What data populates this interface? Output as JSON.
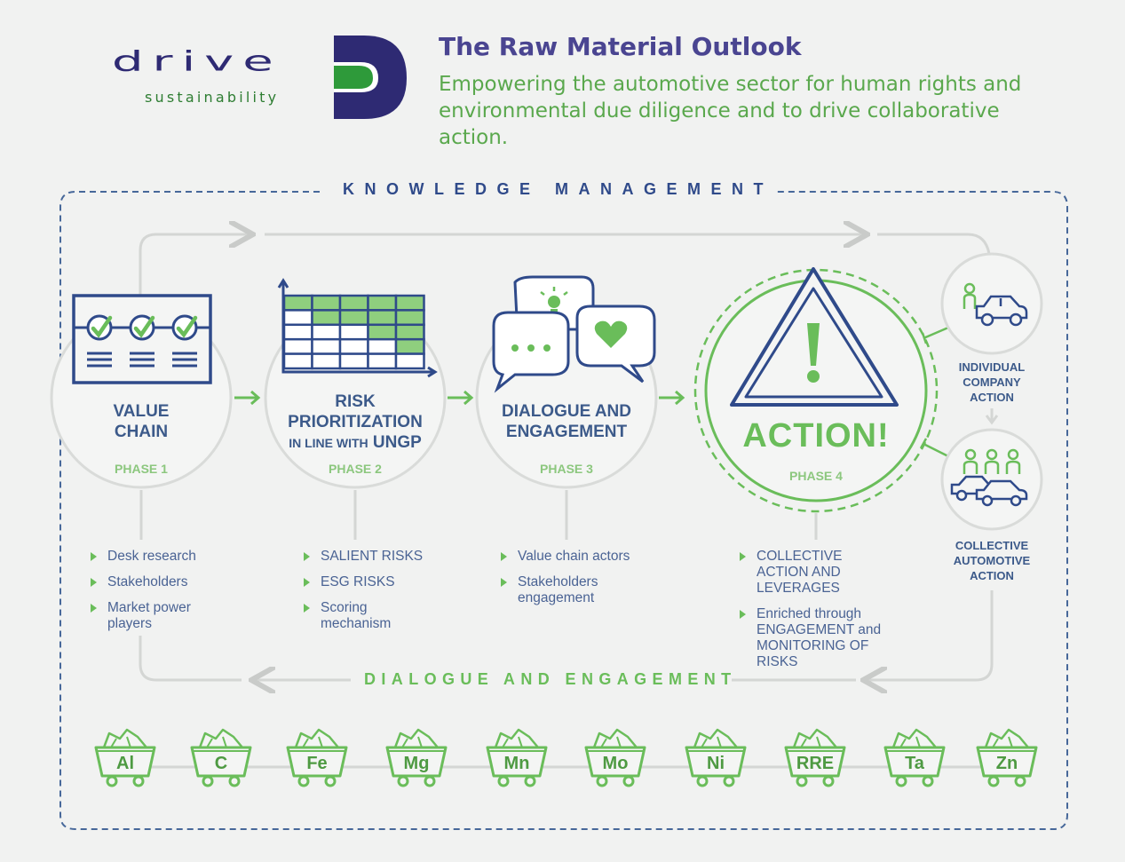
{
  "header": {
    "logo_word": "drive",
    "logo_sub": "sustainability",
    "title": "The Raw Material Outlook",
    "subtitle": "Empowering the automotive sector for human rights and environmental due diligence and to drive collaborative action."
  },
  "labels": {
    "knowledge_management": "KNOWLEDGE MANAGEMENT",
    "dialogue_and_engagement": "DIALOGUE AND ENGAGEMENT"
  },
  "phases": [
    {
      "title_lines": [
        "VALUE",
        "CHAIN"
      ],
      "phase": "PHASE 1",
      "bullets": [
        "Desk research",
        "Stakeholders",
        "Market power players"
      ]
    },
    {
      "title_lines": [
        "RISK",
        "PRIORITIZATION"
      ],
      "title_small": "IN LINE WITH",
      "title_small_tail": "UNGP",
      "phase": "PHASE 2",
      "bullets": [
        "SALIENT RISKS",
        "ESG RISKS",
        "Scoring mechanism"
      ]
    },
    {
      "title_lines": [
        "DIALOGUE AND",
        "ENGAGEMENT"
      ],
      "phase": "PHASE 3",
      "bullets": [
        "Value chain actors",
        "Stakeholders engagement"
      ]
    },
    {
      "title": "ACTION!",
      "phase": "PHASE 4",
      "bullets": [
        "COLLECTIVE ACTION AND LEVERAGES",
        "Enriched through ENGAGEMENT and MONITORING OF RISKS"
      ]
    }
  ],
  "side_actions": {
    "individual": [
      "INDIVIDUAL",
      "COMPANY",
      "ACTION"
    ],
    "collective": [
      "COLLECTIVE",
      "AUTOMOTIVE",
      "ACTION"
    ]
  },
  "materials": [
    "Al",
    "C",
    "Fe",
    "Mg",
    "Mn",
    "Mo",
    "Ni",
    "RRE",
    "Ta",
    "Zn"
  ],
  "colors": {
    "navy": "#2e2a73",
    "blue": "#3c5a8a",
    "green": "#6abd5a",
    "dark_green": "#2e7d32",
    "grey_line": "#d4d6d4"
  }
}
